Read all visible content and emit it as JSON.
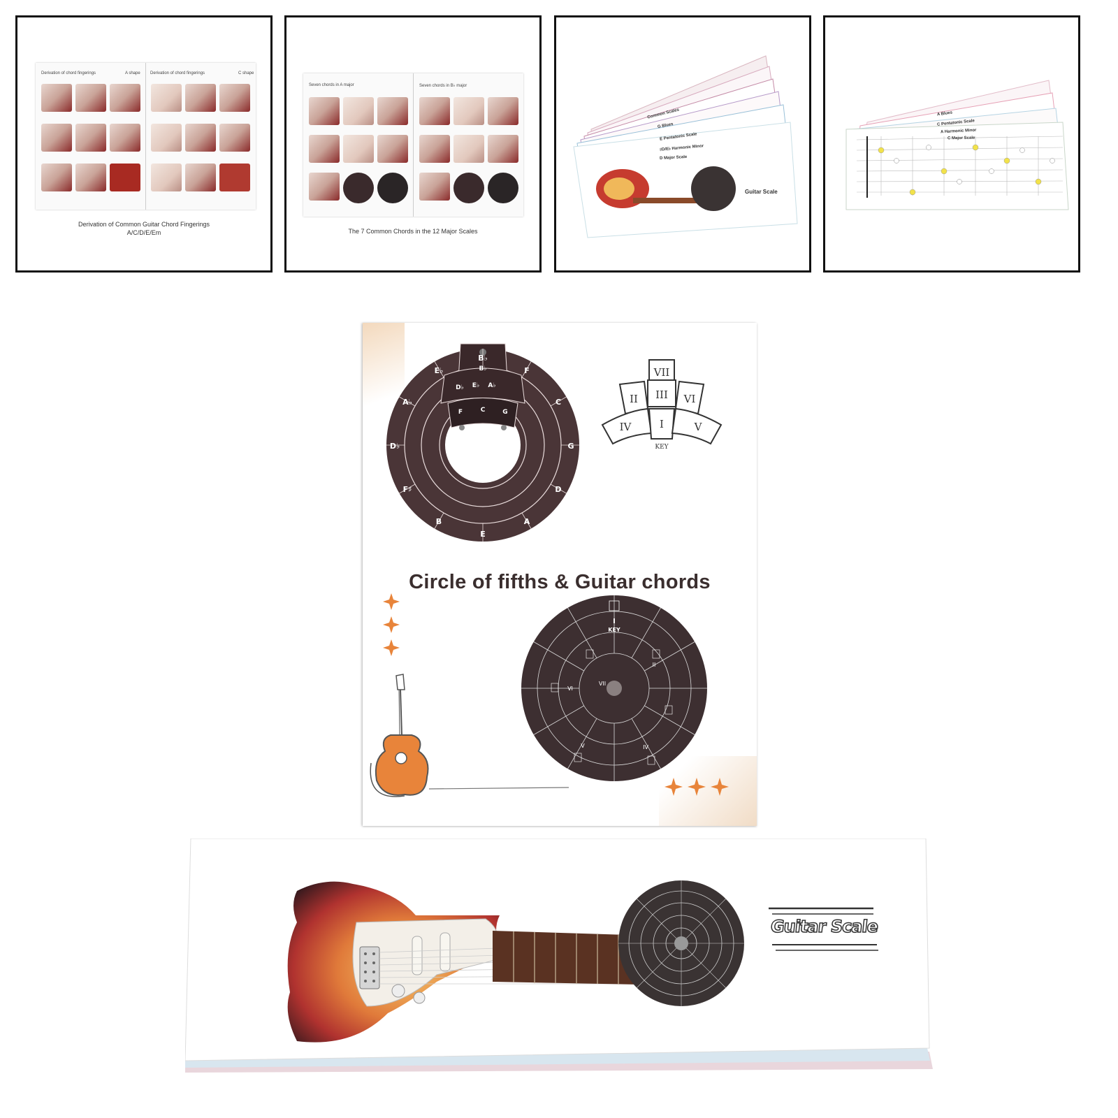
{
  "thumbnails": [
    {
      "caption_line1": "Derivation of Common Guitar Chord Fingerings",
      "caption_line2": "A/C/D/E/Em",
      "left_header": "Derivation of chord fingerings",
      "left_header_tag": "A shape",
      "right_header": "Derivation of chord fingerings",
      "right_header_tag": "C shape"
    },
    {
      "caption": "The 7 Common Chords in the 12 Major Scales",
      "left_header": "Seven chords in A major",
      "right_header": "Seven chords in B♭ major"
    },
    {
      "tabs": [
        "Common Scales",
        "G Blues",
        "E Pentatonic Scale",
        "♯D/E♭ Harmonic Minor",
        "D Major Scale"
      ],
      "cover_title": "Guitar Scale"
    },
    {
      "tabs": [
        "A Blues",
        "C Pentatonic Scale",
        "A Harmonic Minor",
        "C Major Scale"
      ]
    }
  ],
  "main_book": {
    "title": "Circle of fifths & Guitar chords",
    "roman_numerals": [
      "VII",
      "II",
      "III",
      "VI",
      "IV",
      "I",
      "V"
    ],
    "key_label": "KEY",
    "wheel_key_numeral": "I",
    "wheel_key_label": "KEY",
    "wheel_numerals": [
      "VII",
      "II",
      "VI",
      "V",
      "IV"
    ],
    "outer_ring_notes": [
      "B♭",
      "F",
      "C",
      "G",
      "D",
      "A",
      "E",
      "B",
      "F♯",
      "D♭",
      "A♭",
      "E♭"
    ],
    "window_notes": [
      "D♭",
      "E♭",
      "A♭",
      "B♭",
      "F",
      "C",
      "G"
    ]
  },
  "guitar_scale_book": {
    "title": "Guitar Scale"
  },
  "colors": {
    "wheel": "#4a3537",
    "accent_orange": "#e8843a",
    "guitar_red": "#b0322f"
  }
}
